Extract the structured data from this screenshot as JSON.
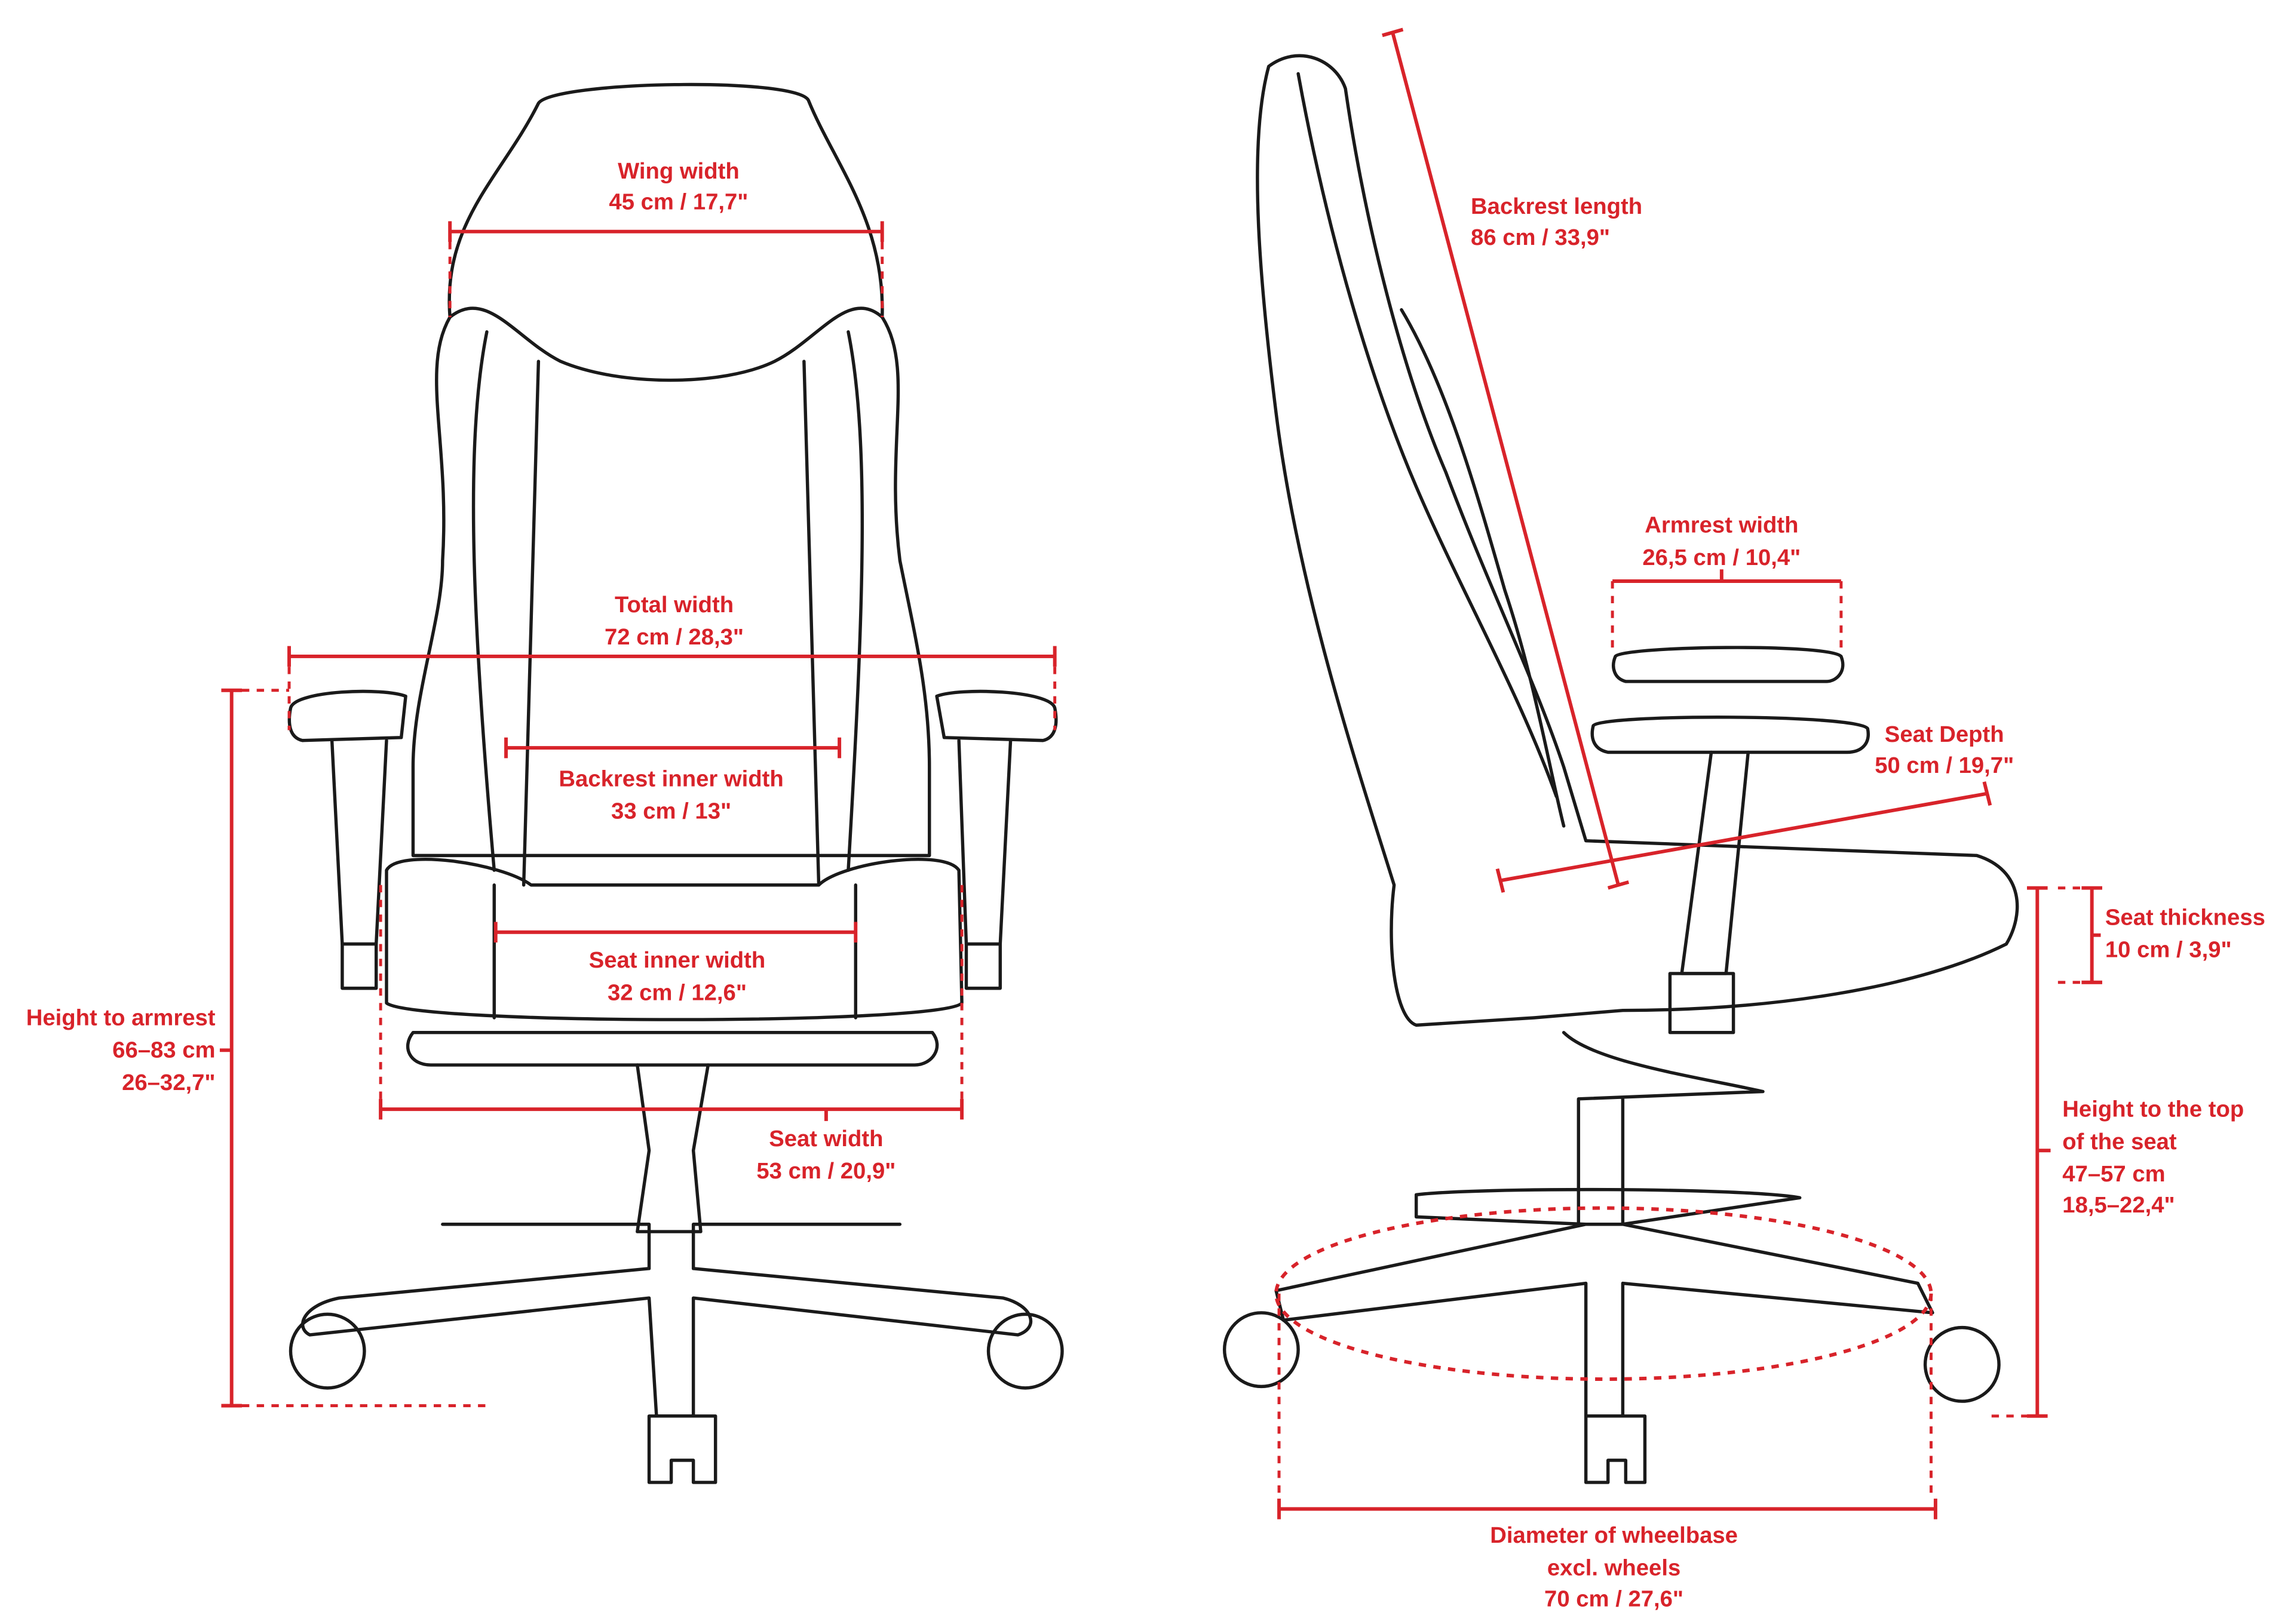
{
  "colors": {
    "dimension": "#d8232a",
    "outline": "#1a1a1a",
    "background": "#ffffff"
  },
  "front_view": {
    "wing_width": {
      "title": "Wing width",
      "value": "45 cm / 17,7\""
    },
    "total_width": {
      "title": "Total width",
      "value": "72 cm / 28,3\""
    },
    "backrest_inner_width": {
      "title": "Backrest inner width",
      "value": "33 cm / 13\""
    },
    "seat_inner_width": {
      "title": "Seat inner width",
      "value": "32 cm / 12,6\""
    },
    "seat_width": {
      "title": "Seat width",
      "value": "53 cm / 20,9\""
    },
    "height_to_armrest": {
      "title": "Height to armrest",
      "value_cm": "66–83 cm",
      "value_in": "26–32,7\""
    }
  },
  "side_view": {
    "backrest_length": {
      "title": "Backrest length",
      "value": "86 cm / 33,9\""
    },
    "armrest_width": {
      "title": "Armrest width",
      "value": "26,5 cm / 10,4\""
    },
    "seat_depth": {
      "title": "Seat Depth",
      "value": "50 cm / 19,7\""
    },
    "seat_thickness": {
      "title": "Seat thickness",
      "value": "10 cm / 3,9\""
    },
    "seat_height": {
      "title_line1": "Height to the top",
      "title_line2": "of the seat",
      "value_cm": "47–57 cm",
      "value_in": "18,5–22,4\""
    },
    "wheelbase_diameter": {
      "title_line1": "Diameter of wheelbase",
      "title_line2": "excl. wheels",
      "value": "70 cm / 27,6\""
    }
  }
}
